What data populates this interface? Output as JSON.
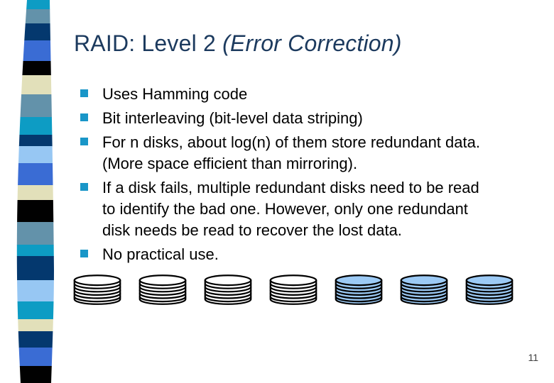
{
  "slide": {
    "title": {
      "plain": "RAID: Level 2 ",
      "italic": "(Error Correction)"
    },
    "bullets": [
      {
        "lines": [
          "Uses Hamming code"
        ]
      },
      {
        "lines": [
          "Bit interleaving (bit-level data striping)"
        ]
      },
      {
        "lines": [
          "For n disks, about log(n) of them store redundant data.",
          "(More space efficient than mirroring)."
        ]
      },
      {
        "lines": [
          "If a disk fails, multiple redundant disks need to be read",
          "to identify the bad one. However, only one redundant",
          "disk needs be read to recover the lost data."
        ]
      },
      {
        "lines": [
          "No practical use."
        ]
      }
    ],
    "page_number": "11"
  },
  "disks": {
    "items": [
      {
        "variant": "plain"
      },
      {
        "variant": "plain"
      },
      {
        "variant": "plain"
      },
      {
        "variant": "plain"
      },
      {
        "variant": "filled"
      },
      {
        "variant": "filled"
      },
      {
        "variant": "filled"
      }
    ]
  },
  "colors": {
    "title": "#1c3a5e",
    "text": "#000000",
    "bullet": "#1996c8",
    "disk_fill": "#9ccaf5",
    "disk_outline": "#000000",
    "page_number": "#404040"
  },
  "ribbon": {
    "stripes": [
      {
        "color": "#0d9cc4",
        "h": 13
      },
      {
        "color": "#6392aa",
        "h": 20
      },
      {
        "color": "#04386e",
        "h": 24
      },
      {
        "color": "#3a6cd4",
        "h": 29
      },
      {
        "color": "#010101",
        "h": 20
      },
      {
        "color": "#e2e0ba",
        "h": 27
      },
      {
        "color": "#6392aa",
        "h": 32
      },
      {
        "color": "#0d9cc4",
        "h": 25
      },
      {
        "color": "#04386e",
        "h": 16
      },
      {
        "color": "#97c7f3",
        "h": 24
      },
      {
        "color": "#3a6cd4",
        "h": 31
      },
      {
        "color": "#e2e0ba",
        "h": 21
      },
      {
        "color": "#010101",
        "h": 31
      },
      {
        "color": "#6392aa",
        "h": 32
      },
      {
        "color": "#0d9cc4",
        "h": 16
      },
      {
        "color": "#04386e",
        "h": 34
      },
      {
        "color": "#97c7f3",
        "h": 30
      },
      {
        "color": "#0d9cc4",
        "h": 25
      },
      {
        "color": "#e2e0ba",
        "h": 17
      },
      {
        "color": "#04386e",
        "h": 23
      },
      {
        "color": "#3a6cd4",
        "h": 26
      },
      {
        "color": "#010101",
        "h": 24
      }
    ]
  }
}
